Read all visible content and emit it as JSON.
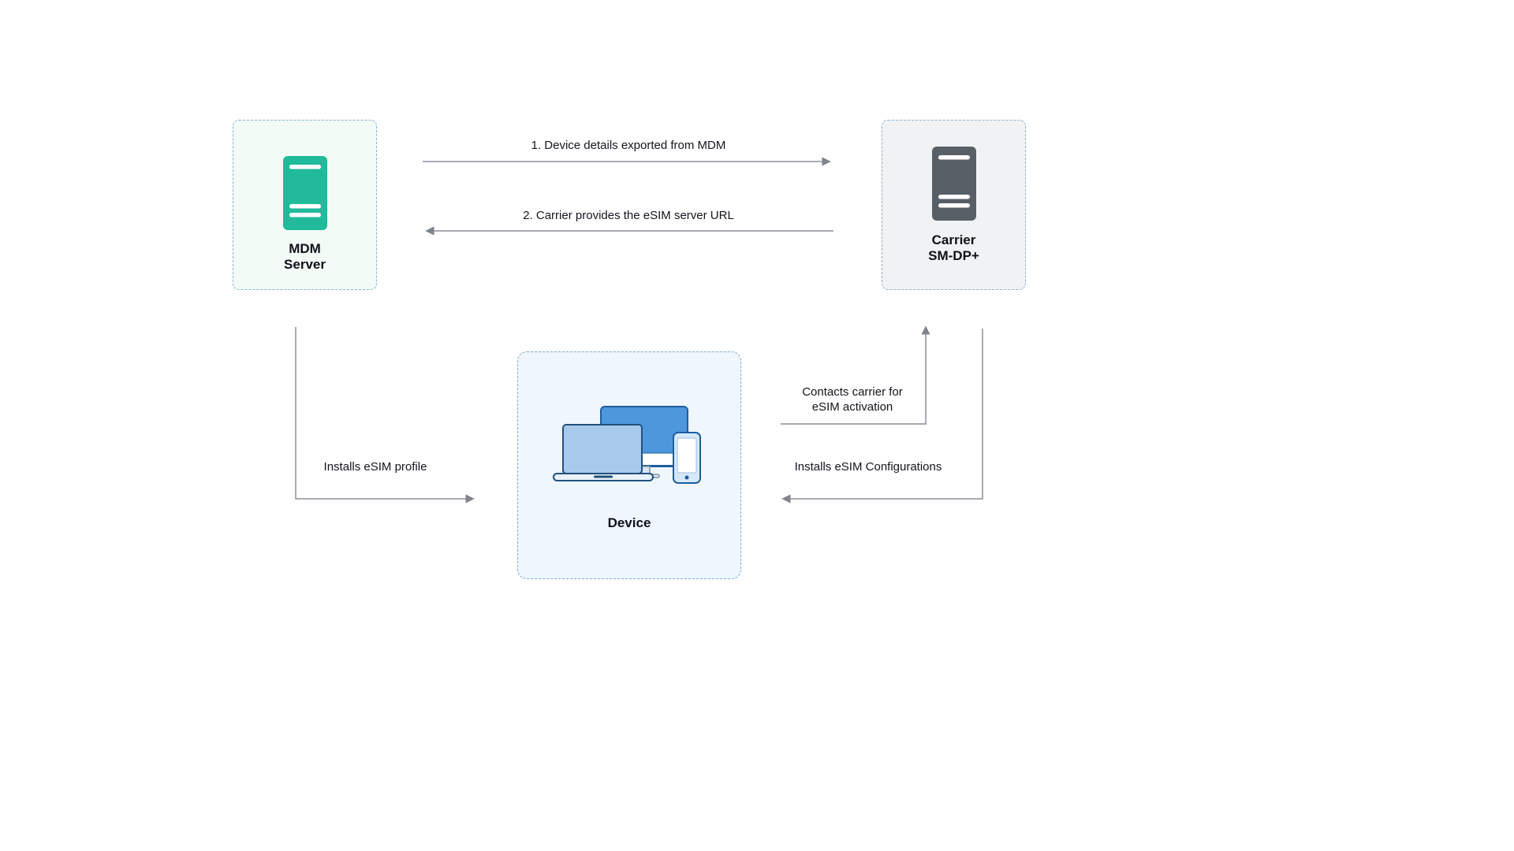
{
  "diagram": {
    "nodes": {
      "mdm": {
        "title_line1": "MDM",
        "title_line2": "Server"
      },
      "carrier": {
        "title_line1": "Carrier",
        "title_line2": "SM-DP+"
      },
      "device": {
        "title": "Device"
      }
    },
    "labels": {
      "step1": "1.  Device details exported from MDM",
      "step2": "2. Carrier provides the eSIM server URL",
      "installs_profile": "Installs eSIM profile",
      "contacts_carrier_line1": "Contacts carrier for",
      "contacts_carrier_line2": "eSIM activation",
      "installs_config": "Installs eSIM Configurations"
    },
    "colors": {
      "mdm_server_icon": "#21ba9a",
      "mdm_box_fill": "#f3fbf7",
      "carrier_server_icon": "#585f66",
      "carrier_box_fill": "#f1f2f3",
      "device_box_fill": "#eff7fd",
      "device_monitor_blue": "#4f97dc",
      "device_laptop_blue": "#a9c9ec",
      "device_phone_blue": "#d6e9fb",
      "connector_gray": "#7e838c",
      "dashed_border_blue": "#8ab1d6"
    }
  }
}
